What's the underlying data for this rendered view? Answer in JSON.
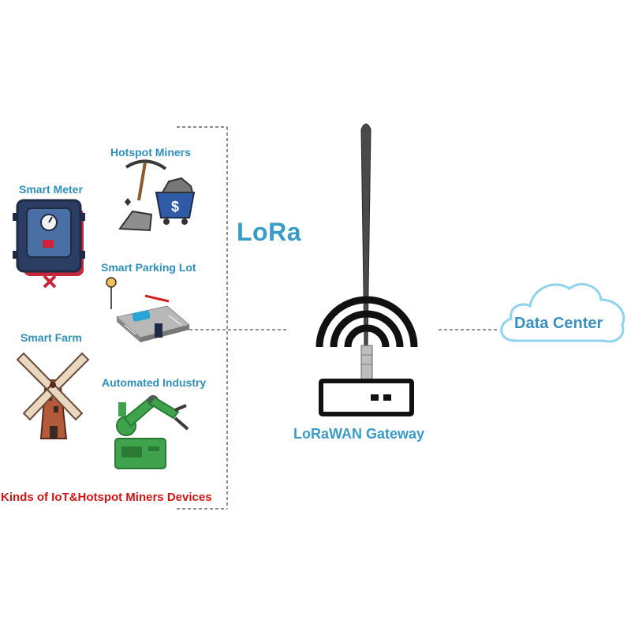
{
  "devices": {
    "hotspot_miners": "Hotspot Miners",
    "smart_meter": "Smart Meter",
    "smart_parking_lot": "Smart Parking Lot",
    "smart_farm": "Smart Farm",
    "automated_industry": "Automated Industry",
    "group_caption": "Kinds of IoT&Hotspot Miners Devices"
  },
  "protocol_label": "LoRa",
  "gateway_label": "LoRaWAN Gateway",
  "cloud_label": "Data Center",
  "colors": {
    "label_blue": "#2f8fb8",
    "caption_red": "#d01414",
    "cloud_outline": "#8fd3ee",
    "robot_green": "#3fa34d",
    "meter_navy": "#1f2a44"
  }
}
